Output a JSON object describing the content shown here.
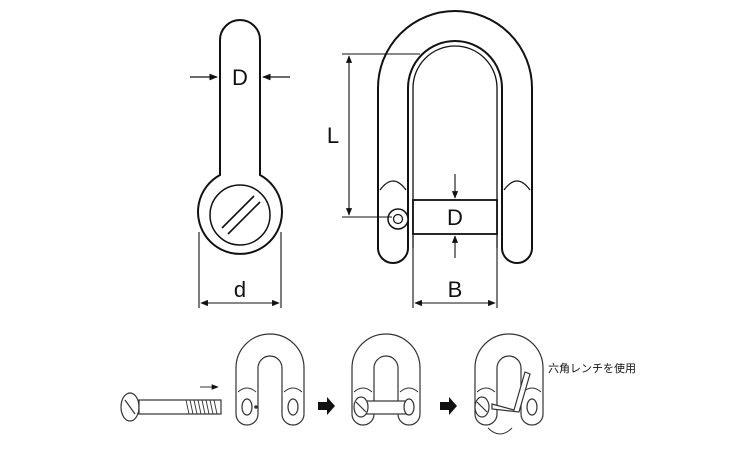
{
  "labels": {
    "side_pin_diameter": "D",
    "side_eye_width": "d",
    "front_length": "L",
    "front_pin_diameter": "D",
    "front_inner_width": "B"
  },
  "note": "六角レンチを使用",
  "colors": {
    "line": "#111111",
    "background": "#ffffff"
  }
}
